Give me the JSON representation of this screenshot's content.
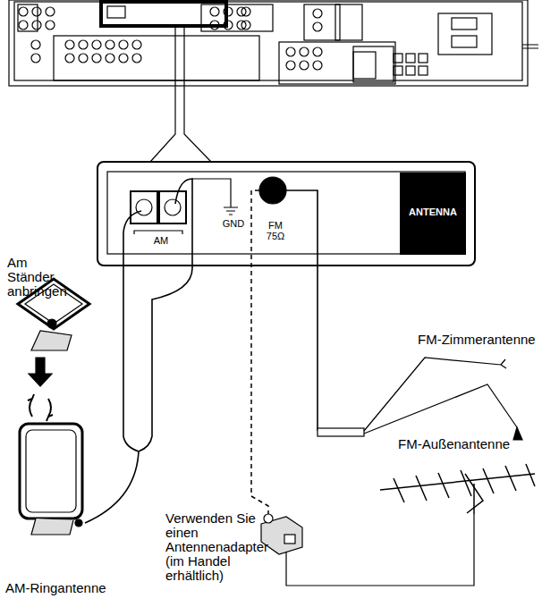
{
  "diagram": {
    "nodes": [
      {
        "text": [
          "AM",
          "GND",
          "FM 75Ω"
        ]
      },
      {
        "text": [
          "ANTENNA"
        ],
        "in": 0
      }
    ],
    "labels": [
      "Am Ständer anbringen",
      "FM-Zimmerantenne",
      "FM-Außenantenne",
      "Verwenden Sie einen Antennenadapter (im Handel erhältlich)",
      "AM-Ringantenne"
    ]
  }
}
